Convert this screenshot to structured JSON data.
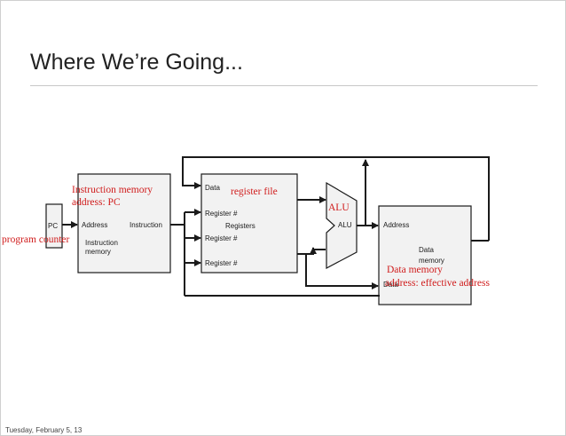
{
  "slide": {
    "title": "Where We’re Going...",
    "footer": "Tuesday, February 5, 13"
  },
  "diagram": {
    "pc_label": "PC",
    "imem": {
      "address": "Address",
      "instruction": "Instruction",
      "name_line1": "Instruction",
      "name_line2": "memory"
    },
    "regs": {
      "data": "Data",
      "reg1": "Register #",
      "reg2": "Register #",
      "reg3": "Register #",
      "name": "Registers"
    },
    "alu_label": "ALU",
    "dmem": {
      "address": "Address",
      "data_out": "Data",
      "name_line1": "Data",
      "name_line2": "memory"
    }
  },
  "annotations": {
    "imem_line1": "Instruction memory",
    "imem_line2": "address: PC",
    "register_file": "register file",
    "alu": "ALU",
    "program_counter": "program counter",
    "dmem_line1": "Data memory",
    "dmem_line2": "address: effective address"
  },
  "colors": {
    "annotation": "#d01c1c",
    "box_fill": "#f2f2f2",
    "line": "#1a1a1a"
  }
}
